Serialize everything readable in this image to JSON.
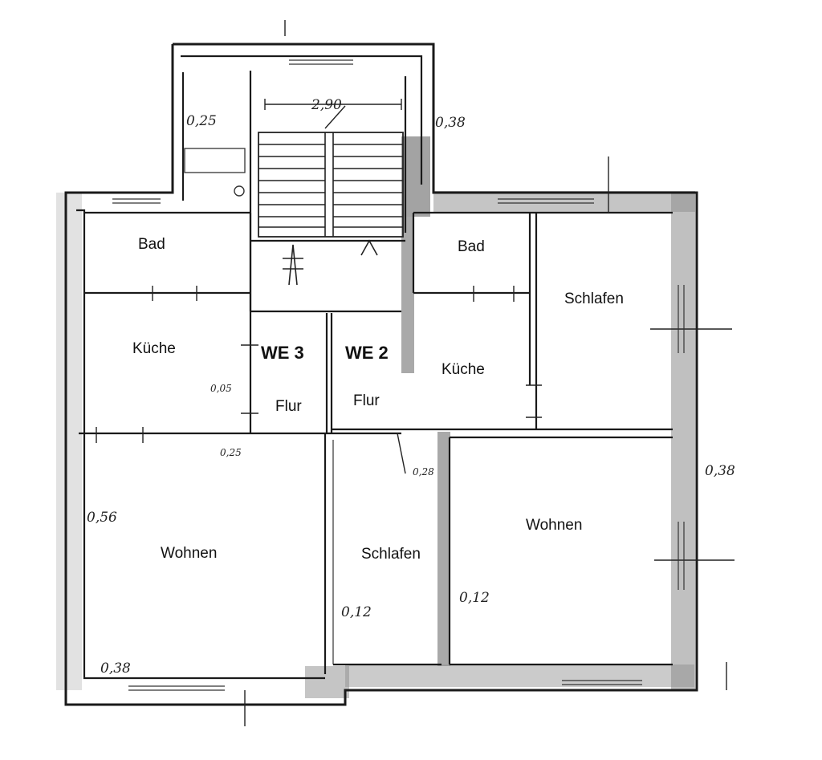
{
  "rooms": {
    "bad_left": "Bad",
    "kueche_left": "Küche",
    "wohnen_left": "Wohnen",
    "bad_right": "Bad",
    "schlafen_right": "Schlafen",
    "kueche_right": "Küche",
    "wohnen_right": "Wohnen",
    "schlafen_middle": "Schlafen",
    "flur_we3": "Flur",
    "flur_we2": "Flur"
  },
  "units": {
    "we3": "WE 3",
    "we2": "WE 2"
  },
  "dimensions": {
    "stair_width": "2,90",
    "d_025": "0,25",
    "d_038_top": "0,38",
    "d_038_right": "0,38",
    "d_038_bottom": "0,38",
    "d_056": "0,56",
    "d_012_mid": "0,12",
    "d_012_right": "0,12",
    "d_025_lower": "0,25",
    "d_005": "0,05",
    "d_028": "0,28"
  }
}
